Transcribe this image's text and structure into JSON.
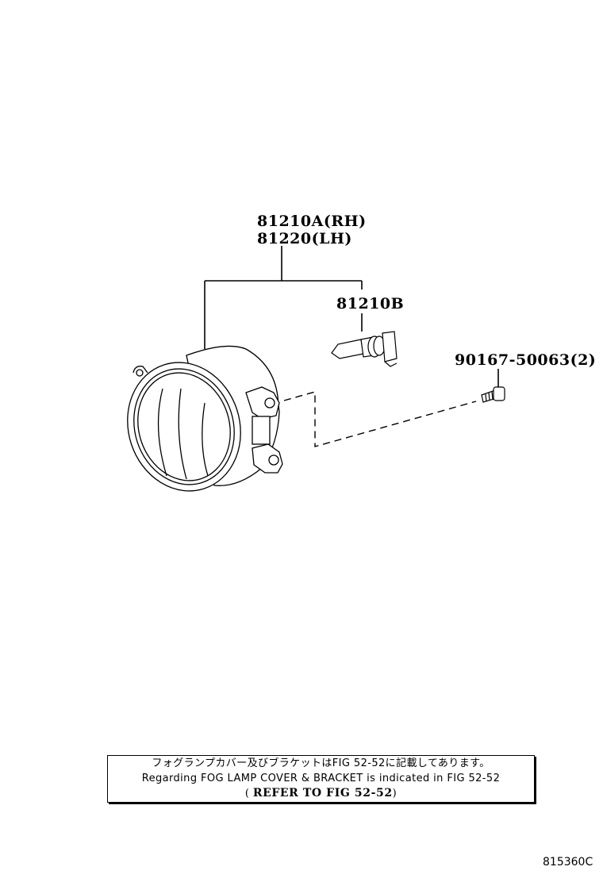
{
  "diagram": {
    "type": "exploded parts illustration",
    "subject": "Fog lamp assembly",
    "parts": [
      {
        "id": "fog-lamp-rh",
        "number": "81210A",
        "suffix": "(RH)"
      },
      {
        "id": "fog-lamp-lh",
        "number": "81220",
        "suffix": "(LH)"
      },
      {
        "id": "bulb",
        "number": "81210B"
      },
      {
        "id": "bolt",
        "number": "90167-50063",
        "suffix": "(2)"
      }
    ],
    "labels": {
      "rh": "81210A(RH)",
      "lh": "81220(LH)",
      "bulb": "81210B",
      "bolt": "90167-50063(2)"
    },
    "note": {
      "line_jp": "フォグランプカバー及びブラケットはFIG 52-52に記載してあります。",
      "line_en": "Regarding FOG LAMP COVER & BRACKET is indicated in FIG 52-52",
      "ref_open": "(",
      "ref_text": "REFER TO FIG 52-52",
      "ref_close": ")"
    },
    "figure_id": "815360C"
  }
}
